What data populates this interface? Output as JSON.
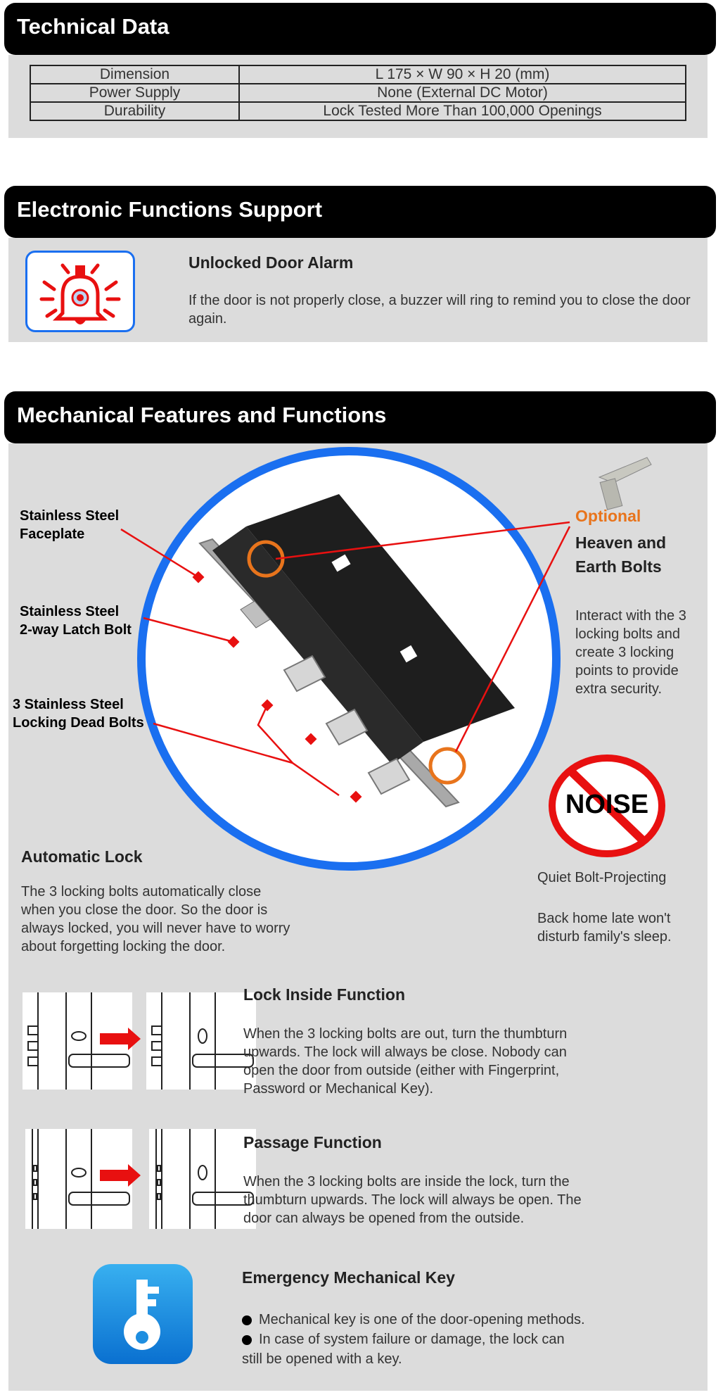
{
  "technical": {
    "title": "Technical Data",
    "rows": [
      {
        "label": "Dimension",
        "value": "L 175 × W 90 × H 20 (mm)"
      },
      {
        "label": "Power Supply",
        "value": "None (External DC Motor)"
      },
      {
        "label": "Durability",
        "value": "Lock Tested More Than 100,000 Openings"
      }
    ]
  },
  "electronic": {
    "title": "Electronic Functions Support",
    "alarm_title": "Unlocked Door Alarm",
    "alarm_text": "If the door is not properly close, a buzzer will ring to remind you to close the door again.",
    "icon": "alarm-bell-icon"
  },
  "mechanical": {
    "title": "Mechanical Features and Functions",
    "labels": {
      "faceplate": "Stainless Steel\nFaceplate",
      "latch": "Stainless Steel\n2-way Latch Bolt",
      "deadbolts": "3 Stainless Steel\nLocking Dead Bolts"
    },
    "optional": "Optional",
    "heaven_title": "Heaven and\nEarth Bolts",
    "heaven_text": "Interact with the 3\nlocking bolts and\ncreate 3 locking\npoints to provide\nextra security.",
    "noise_word": "NOISE",
    "quiet_1": "Quiet Bolt-Projecting",
    "quiet_2": "Back home late won't\ndisturb family's sleep.",
    "auto_title": "Automatic Lock",
    "auto_text": "The 3 locking bolts automatically close\nwhen you close the door. So the door is\nalways locked, you will never have to worry\nabout forgetting locking the door.",
    "inside_title": "Lock Inside Function",
    "inside_text": "When the 3 locking bolts are out, turn the thumbturn\nupwards. The lock will always be close. Nobody can\nopen the door from outside (either with Fingerprint,\nPassword or Mechanical Key).",
    "passage_title": "Passage Function",
    "passage_text": "When the 3 locking bolts are inside the lock, turn the\nthumbturn upwards. The lock will always be open. The\ndoor can always be opened from the outside.",
    "key_title": "Emergency Mechanical Key",
    "key_b1": "Mechanical key is one of the door-opening methods.",
    "key_b2": "In case of system failure or damage, the lock can",
    "key_b2b": "still be opened with a key.",
    "colors": {
      "accent": "#e8741c",
      "ring": "#1a6ff0",
      "red": "#e81010"
    }
  }
}
